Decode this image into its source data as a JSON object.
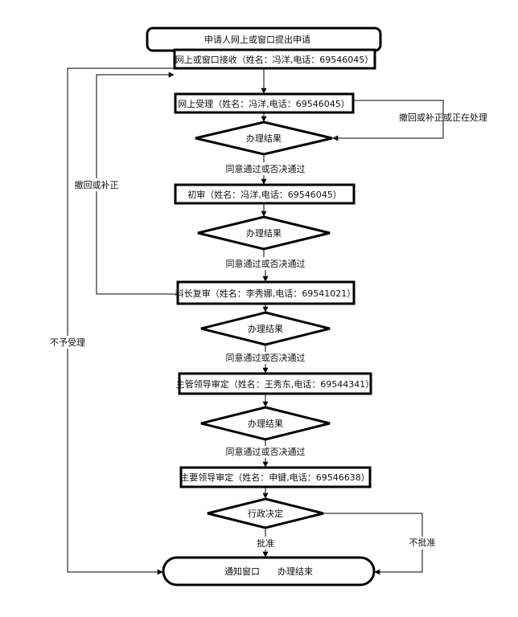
{
  "flowchart": {
    "start": "申请人网上或窗口提出申请",
    "receive": "网上或窗口接收（姓名：冯洋,电话：69546045）",
    "accept": "网上受理（姓名：冯洋,电话：69546045）",
    "results": [
      "办理结果",
      "办理结果",
      "办理结果",
      "办理结果"
    ],
    "edge_label_pass": [
      "同意通过或否决通过",
      "同意通过或否决通过",
      "同意通过或否决通过",
      "同意通过或否决通过"
    ],
    "first_review": "初审（姓名：冯洋,电话：69546045）",
    "section_review": "科长复审（姓名：李秀娜,电话：69541021）",
    "lead_review": "主管领导审定（姓名：王秀东,电话：69544341）",
    "main_review": "主要领导审定（姓名：申键,电话：69546638）",
    "decision": "行政决定",
    "approve_label": "批准",
    "reject_label": "不批准",
    "end": "通知窗口　　办理结束",
    "side_withdraw_processing": "撤回或补正或正在处理",
    "side_withdraw": "撤回或补正",
    "side_reject": "不予受理"
  }
}
